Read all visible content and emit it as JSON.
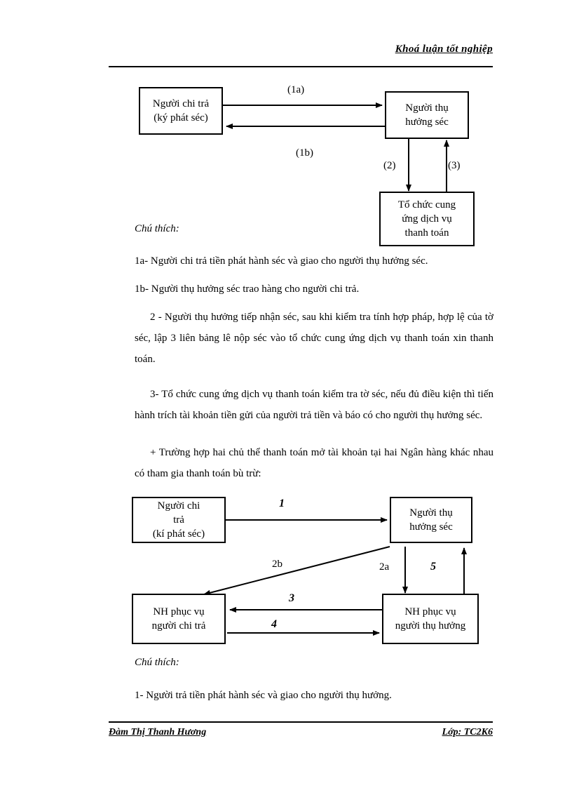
{
  "header": {
    "title": "Khoá luận tốt nghiệp"
  },
  "footer": {
    "author": "Đàm Thị Thanh Hương",
    "class": "Lớp: TC2K6"
  },
  "diagram1": {
    "nodes": {
      "payer": {
        "line1": "Người chi trả",
        "line2": "(ký phát séc)"
      },
      "payee": {
        "line1": "Người thụ",
        "line2": "hưởng séc"
      },
      "bank": {
        "line1": "Tổ chức cung",
        "line2": "ứng dịch vụ",
        "line3": "thanh toán"
      }
    },
    "labels": {
      "a": "(1a)",
      "b": "(1b)",
      "two": "(2)",
      "three": "(3)"
    }
  },
  "diagram2": {
    "nodes": {
      "payer": {
        "line1": "Người chi",
        "line2": "trả",
        "line3": "(kí phát séc)"
      },
      "payee": {
        "line1": "Người thụ",
        "line2": "hưởng séc"
      },
      "payer_bank": {
        "line1": "NH phục vụ",
        "line2": "người chi trả"
      },
      "payee_bank": {
        "line1": "NH phục vụ",
        "line2": "người thụ hưởng"
      }
    },
    "labels": {
      "one": "1",
      "two_a": "2a",
      "two_b": "2b",
      "three": "3",
      "four": "4",
      "five": "5"
    }
  },
  "notes1": {
    "title": "Chú thích:",
    "items": [
      "1a- Người chi trả tiền phát hành séc và giao cho người thụ hưởng séc.",
      "1b- Người thụ hưởng séc trao hàng cho người chi trả.",
      "2 -  Người thụ hưởng tiếp nhận séc, sau khi kiểm tra tính hợp pháp, hợp lệ của tờ séc, lập 3 liên bảng lê nộp séc vào tổ chức cung ứng dịch vụ thanh toán xin thanh toán.",
      "3- Tổ chức cung ứng dịch vụ thanh toán kiểm tra tờ séc, nếu đủ điều kiện thì tiến hành trích tài khoản tiền gửi của người trả tiền và báo có cho người thụ hưởng séc.",
      "+ Trường hợp hai chủ thể thanh toán mở tài khoản tại hai Ngân hàng khác nhau có tham gia thanh toán bù trừ:"
    ]
  },
  "notes2": {
    "title": "Chú thích:",
    "items": [
      "1- Người trả tiền phát hành séc và giao cho người thụ hưởng."
    ]
  }
}
